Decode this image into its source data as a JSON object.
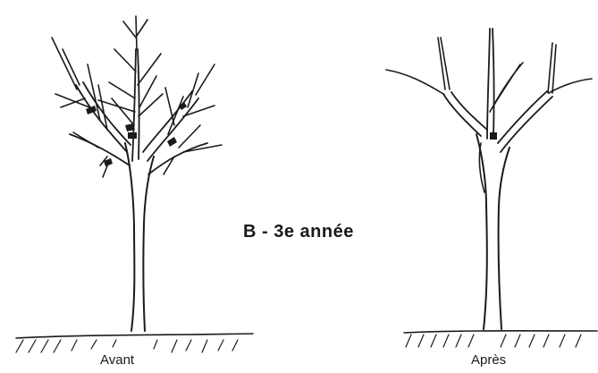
{
  "figure": {
    "center_label": "B - 3e année",
    "before_label": "Avant",
    "after_label": "Après",
    "ink_color": "#1b1b1b",
    "background_color": "#ffffff"
  }
}
